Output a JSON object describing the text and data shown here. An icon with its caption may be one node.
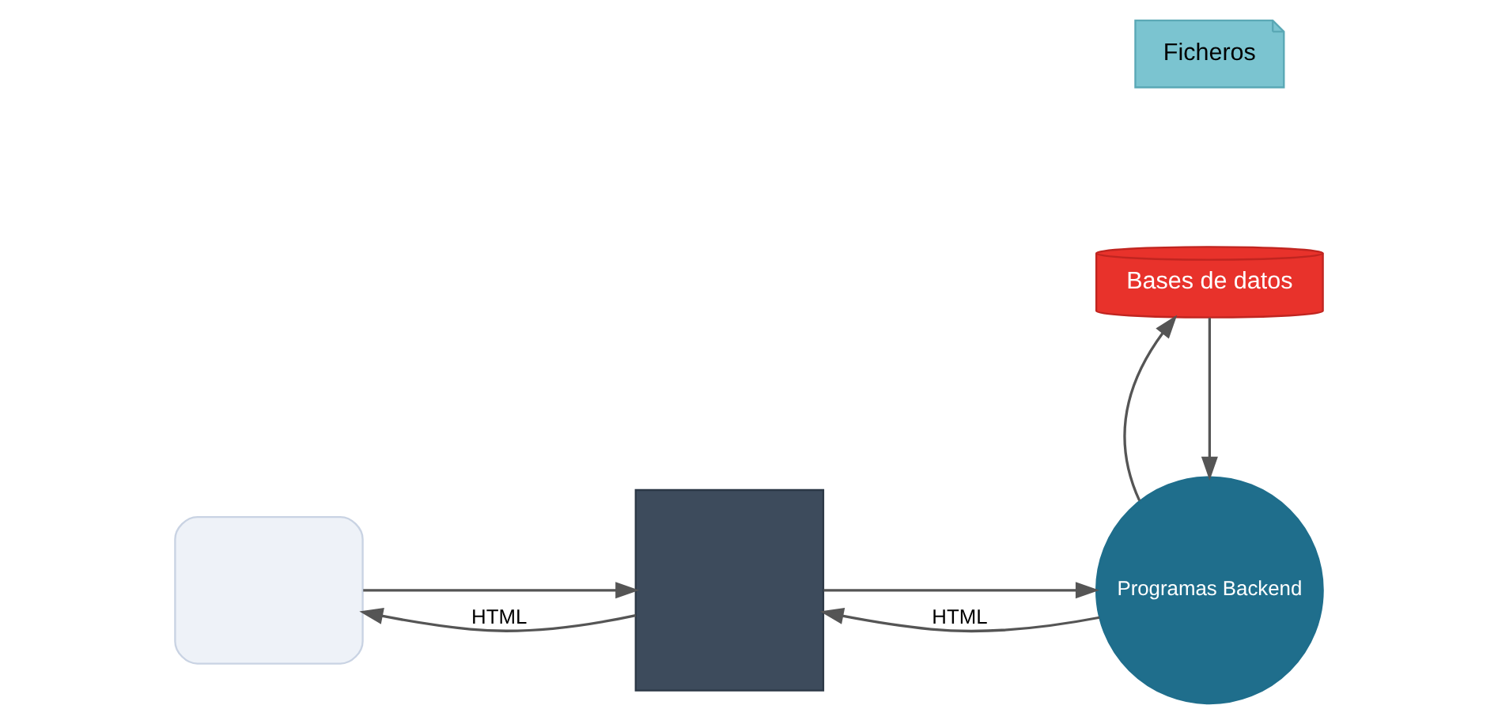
{
  "diagram": {
    "nodes": [
      {
        "text": [],
        "shape": "box"
      },
      {
        "text": [],
        "shape": "box"
      },
      {
        "text": [
          "Programas Backend"
        ]
      },
      {
        "text": [
          "Bases de datos"
        ]
      },
      {
        "text": [
          "Ficheros"
        ]
      }
    ],
    "edges": [
      {
        "from": 0,
        "to": 1,
        "arrow": "to"
      },
      {
        "from": 1,
        "to": 0,
        "arrow": "to",
        "label": "HTML"
      },
      {
        "from": 1,
        "to": 2,
        "arrow": "to"
      },
      {
        "from": 2,
        "to": 1,
        "arrow": "to",
        "label": "HTML"
      },
      {
        "from": 3,
        "to": 2,
        "arrow": "to"
      },
      {
        "from": 2,
        "to": 3,
        "arrow": "to"
      }
    ]
  }
}
